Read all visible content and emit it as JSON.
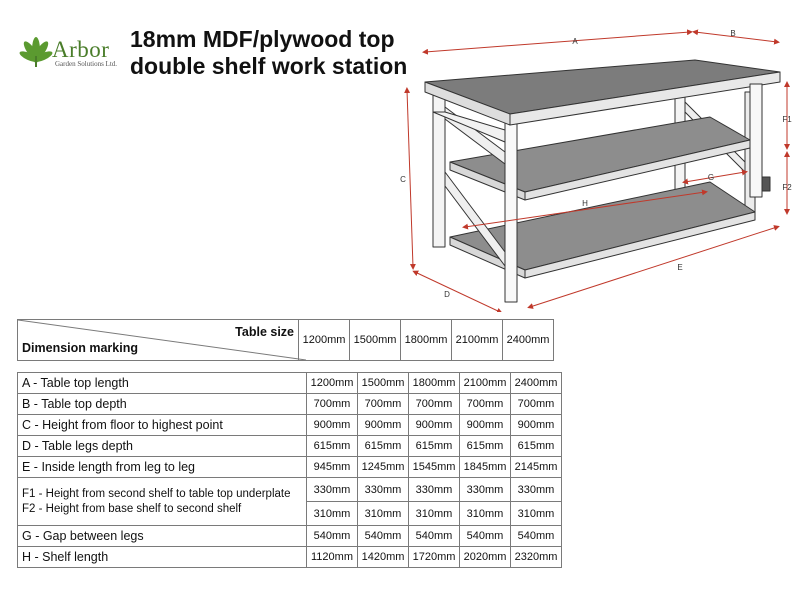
{
  "brand": {
    "name": "Arbor",
    "subtitle": "Garden Solutions Ltd.",
    "logo_icon": "leaf-icon",
    "color": "#4a7d2a"
  },
  "title": {
    "line1": "18mm MDF/plywood top",
    "line2": "double shelf work station"
  },
  "diagram": {
    "labels": [
      "A",
      "B",
      "C",
      "D",
      "E",
      "F1",
      "F2",
      "G",
      "H"
    ],
    "dimension_color": "#c0392b"
  },
  "table": {
    "header_right": "Table size",
    "header_left": "Dimension marking",
    "sizes": [
      "1200mm",
      "1500mm",
      "1800mm",
      "2100mm",
      "2400mm"
    ],
    "rows": [
      {
        "label": "A - Table top length",
        "values": [
          "1200mm",
          "1500mm",
          "1800mm",
          "2100mm",
          "2400mm"
        ]
      },
      {
        "label": "B - Table top depth",
        "values": [
          "700mm",
          "700mm",
          "700mm",
          "700mm",
          "700mm"
        ]
      },
      {
        "label": "C - Height from floor to highest point",
        "values": [
          "900mm",
          "900mm",
          "900mm",
          "900mm",
          "900mm"
        ]
      },
      {
        "label": "D - Table legs depth",
        "values": [
          "615mm",
          "615mm",
          "615mm",
          "615mm",
          "615mm"
        ]
      },
      {
        "label": "E - Inside length from leg to leg",
        "values": [
          "945mm",
          "1245mm",
          "1545mm",
          "1845mm",
          "2145mm"
        ]
      }
    ],
    "f_rows": {
      "label1": "F1 - Height from second shelf to table top underplate",
      "label2": "F2 - Height from base shelf to second shelf",
      "values1": [
        "330mm",
        "330mm",
        "330mm",
        "330mm",
        "330mm"
      ],
      "values2": [
        "310mm",
        "310mm",
        "310mm",
        "310mm",
        "310mm"
      ]
    },
    "tail_rows": [
      {
        "label": "G - Gap between legs",
        "values": [
          "540mm",
          "540mm",
          "540mm",
          "540mm",
          "540mm"
        ]
      },
      {
        "label": "H - Shelf length",
        "values": [
          "1120mm",
          "1420mm",
          "1720mm",
          "2020mm",
          "2320mm"
        ]
      }
    ]
  }
}
